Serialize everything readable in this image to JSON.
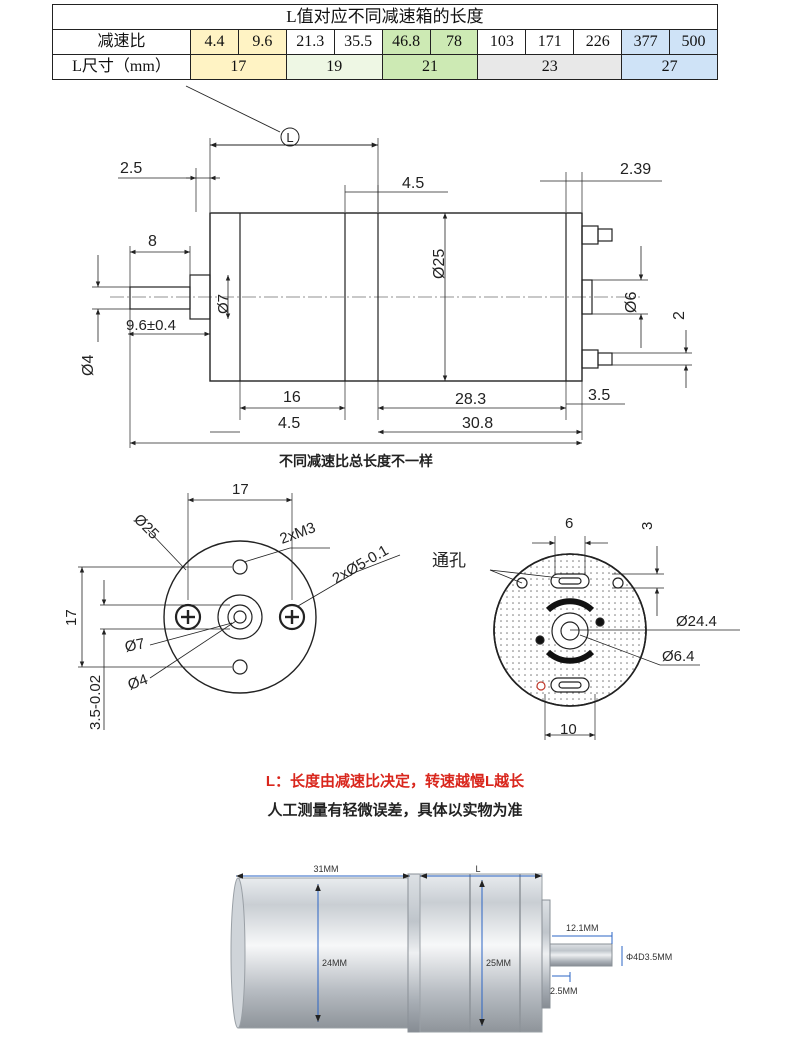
{
  "table": {
    "title": "L值对应不同减速箱的长度",
    "row1_label": "减速比",
    "row2_label": "L尺寸（mm）",
    "ratios": [
      {
        "value": "4.4",
        "color": "#fff3c4"
      },
      {
        "value": "9.6",
        "color": "#fff3c4"
      },
      {
        "value": "21.3",
        "color": "#ffffff"
      },
      {
        "value": "35.5",
        "color": "#ffffff"
      },
      {
        "value": "46.8",
        "color": "#cdeab4"
      },
      {
        "value": "78",
        "color": "#cdeab4"
      },
      {
        "value": "103",
        "color": "#ffffff"
      },
      {
        "value": "171",
        "color": "#ffffff"
      },
      {
        "value": "226",
        "color": "#ffffff"
      },
      {
        "value": "377",
        "color": "#cfe3f7"
      },
      {
        "value": "500",
        "color": "#cfe3f7"
      }
    ],
    "lengths": [
      {
        "value": "17",
        "span": 2,
        "color": "#fff3c4"
      },
      {
        "value": "19",
        "span": 2,
        "color": "#eef7e4"
      },
      {
        "value": "21",
        "span": 2,
        "color": "#cdeab4"
      },
      {
        "value": "23",
        "span": 3,
        "color": "#e8e8e8"
      },
      {
        "value": "27",
        "span": 2,
        "color": "#cfe3f7"
      }
    ]
  },
  "side_view": {
    "marker_L": "L",
    "dim_2_5": "2.5",
    "dim_4_5_top": "4.5",
    "dim_2_39": "2.39",
    "dim_8": "8",
    "dim_d25": "Ø25",
    "dim_d7": "Ø7",
    "dim_d6": "Ø6",
    "dim_2": "2",
    "dim_9_6": "9.6±0.4",
    "dim_d4": "Ø4",
    "dim_16": "16",
    "dim_28_3": "28.3",
    "dim_3_5": "3.5",
    "dim_4_5_bottom": "4.5",
    "dim_30_8": "30.8",
    "caption": "不同减速比总长度不一样"
  },
  "front_view": {
    "dim_17_top": "17",
    "dim_d25": "Ø25",
    "dim_m3": "2xM3",
    "dim_hole": "2xØ5-0.1",
    "dim_17_left": "17",
    "dim_d7": "Ø7",
    "dim_d4": "Ø4",
    "dim_3_5": "3.5-0.02"
  },
  "rear_view": {
    "dim_6": "6",
    "dim_3": "3",
    "label_through_hole": "通孔",
    "dim_d24_4": "Ø24.4",
    "dim_d6_4": "Ø6.4",
    "dim_10": "10"
  },
  "notes": {
    "line1": "L：长度由减速比决定，转速越慢L越长",
    "line2": "人工测量有轻微误差，具体以实物为准",
    "line1_color": "#d9261c"
  },
  "photo": {
    "dim_31": "31MM",
    "dim_L": "L",
    "dim_24": "24MM",
    "dim_25": "25MM",
    "dim_12_1": "12.1MM",
    "dim_shaft": "Φ4D3.5MM",
    "dim_2_5": "2.5MM"
  }
}
